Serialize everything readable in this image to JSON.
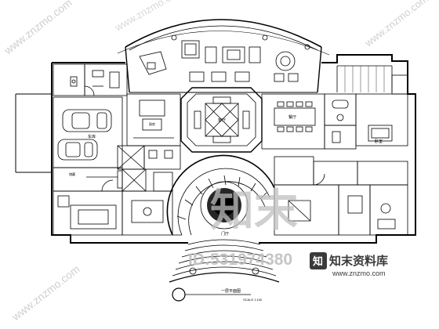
{
  "watermark": {
    "site": "www.znzmo.com",
    "id_text": "ID:531974380",
    "logo_glyph": "知末",
    "logo_brand": "知末资料库",
    "logo_url": "www.znzmo.com",
    "color": "#c8c8c8"
  },
  "plan": {
    "title": "一层平面图",
    "scale": "SCALE  1:100",
    "room_labels": {
      "garage": "车库",
      "dining": "餐厅",
      "living": "客厅",
      "storage": "储藏",
      "kitchen": "厨房",
      "bedroom": "卧室",
      "hall": "门厅"
    },
    "line_color": "#000000"
  }
}
